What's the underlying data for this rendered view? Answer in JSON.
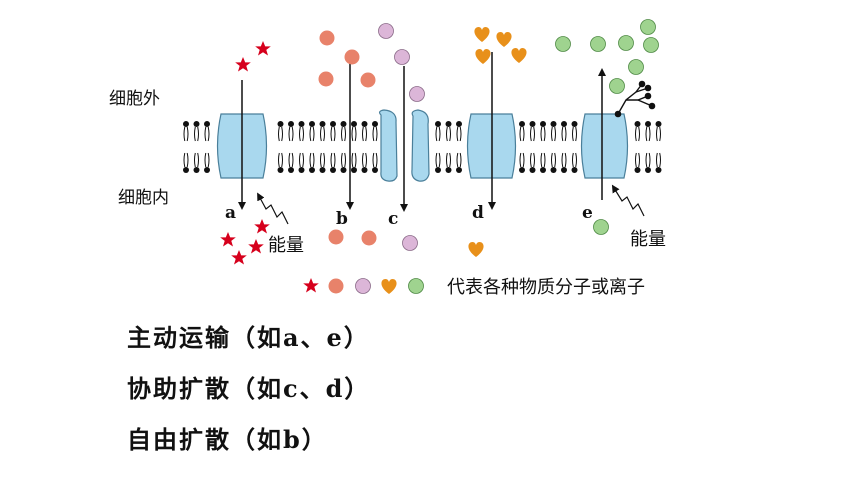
{
  "labels": {
    "outside": "细胞外",
    "inside": "细胞内",
    "energy_a": "能量",
    "energy_e": "能量",
    "legend": "代表各种物质分子或离子"
  },
  "pathways": {
    "a": "a",
    "b": "b",
    "c": "c",
    "d": "d",
    "e": "e"
  },
  "summary": [
    "主动运输（如a、e）",
    "协助扩散（如c、d）",
    "自由扩散（如b）"
  ],
  "colors": {
    "protein": "#a9d8ee",
    "star": "#d6001c",
    "salmon": "#e8826a",
    "lilac": "#dcb6d8",
    "heart": "#e8901a",
    "green": "#9fd38f"
  }
}
